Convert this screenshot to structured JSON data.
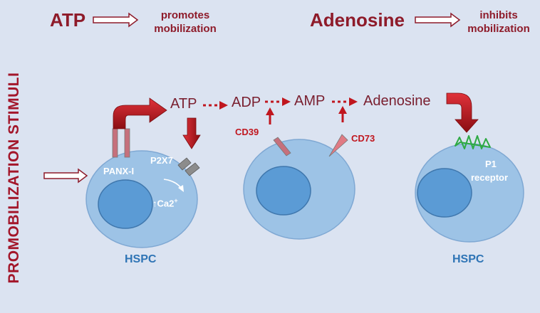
{
  "header": {
    "atp": "ATP",
    "atp_effect": "promotes mobilization",
    "adenosine": "Adenosine",
    "adenosine_effect": "inhibits mobilization"
  },
  "side_label": "PROMOBILIZATION STIMULI",
  "chain": {
    "atp": "ATP",
    "adp": "ADP",
    "amp": "AMP",
    "adenosine": "Adenosine"
  },
  "enzymes": {
    "cd39": "CD39",
    "cd73": "CD73"
  },
  "cell1": {
    "panx": "PANX-I",
    "p2x7": "P2X7",
    "ca_arrow": "↑",
    "ca": "Ca2",
    "ca_sup": "+",
    "label": "HSPC"
  },
  "cell3": {
    "p1": "P1",
    "receptor": "receptor",
    "label": "HSPC"
  },
  "colors": {
    "background": "#dbe3f1",
    "cell": "#9dc3e6",
    "nucleus": "#5b9bd5",
    "dark_red": "#8e1b2a",
    "bright_red": "#c0161e",
    "hspc_blue": "#2e74b5",
    "receptor_green": "#2eaa44"
  }
}
